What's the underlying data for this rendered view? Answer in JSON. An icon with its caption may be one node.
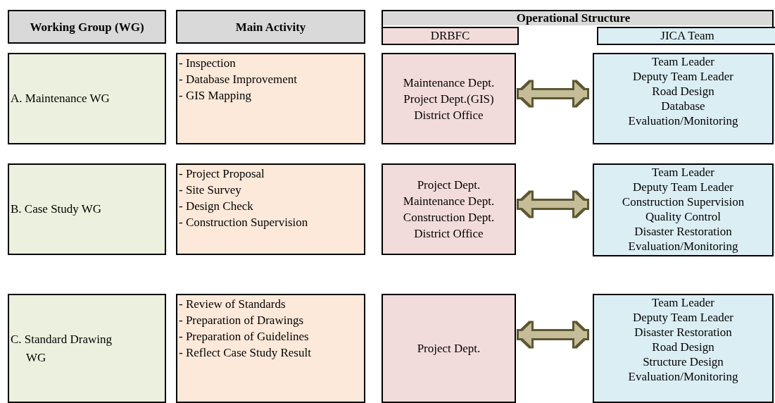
{
  "diagram": {
    "nodes": [
      {
        "text": [
          "Working Group (WG)"
        ]
      },
      {
        "text": [
          "Main Activity"
        ]
      },
      {
        "text": [
          "Operational Structure"
        ]
      },
      {
        "text": [
          "DRBFC"
        ],
        "in": 2
      },
      {
        "text": [
          "JICA Team"
        ],
        "in": 2
      },
      {
        "text": [
          "A. Maintenance WG"
        ]
      },
      {
        "text": [
          "- Inspection",
          "- Database Improvement",
          "- GIS Mapping"
        ]
      },
      {
        "text": [
          "Maintenance Dept.",
          "Project Dept.(GIS)",
          "District Office"
        ]
      },
      {
        "text": [
          "Team Leader",
          "Deputy Team Leader",
          "Road Design",
          "Database",
          "Evaluation/Monitoring"
        ]
      },
      {
        "text": [
          "B. Case Study WG"
        ]
      },
      {
        "text": [
          "- Project Proposal",
          "- Site Survey",
          "- Design Check",
          "- Construction Supervision"
        ]
      },
      {
        "text": [
          "Project Dept.",
          "Maintenance Dept.",
          "Construction Dept.",
          "District Office"
        ]
      },
      {
        "text": [
          "Team Leader",
          "Deputy Team Leader",
          "Construction Supervision",
          "Quality Control",
          "Disaster Restoration",
          "Evaluation/Monitoring"
        ]
      },
      {
        "text": [
          "C. Standard Drawing WG"
        ]
      },
      {
        "text": [
          "- Review of Standards",
          "- Preparation of Drawings",
          "- Preparation of Guidelines",
          "- Reflect Case Study Result"
        ]
      },
      {
        "text": [
          "Project Dept."
        ]
      },
      {
        "text": [
          "Team Leader",
          "Deputy Team Leader",
          "Disaster Restoration",
          "Road Design",
          "Structure Design",
          "Evaluation/Monitoring"
        ]
      }
    ],
    "edges": [
      {
        "from": 7,
        "to": 8,
        "arrow": "both"
      },
      {
        "from": 11,
        "to": 12,
        "arrow": "both"
      },
      {
        "from": 15,
        "to": 16,
        "arrow": "both"
      }
    ]
  }
}
